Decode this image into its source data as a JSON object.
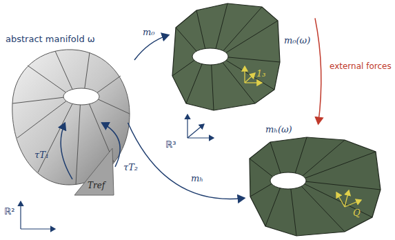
{
  "diagram": {
    "nodes": [
      {
        "text": [
          "abstract manifold ω"
        ]
      },
      {
        "text": [
          "m₀(ω)"
        ]
      },
      {
        "text": [
          "mₕ(ω)"
        ]
      },
      {
        "text": [
          "Tref"
        ]
      }
    ],
    "edges": [
      {
        "from": 0,
        "to": 1,
        "label": "m₀",
        "arrow": "to"
      },
      {
        "from": 0,
        "to": 2,
        "label": "mₕ",
        "arrow": "to"
      },
      {
        "from": 1,
        "to": 2,
        "label": "external forces",
        "arrow": "to"
      },
      {
        "from": 3,
        "to": 0,
        "label": "τT₁",
        "arrow": "to"
      },
      {
        "from": 3,
        "to": 0,
        "label": "τT₂",
        "arrow": "to"
      }
    ],
    "labels": [
      "1₃",
      "ℝ³",
      "ℝ²",
      "Q"
    ]
  }
}
